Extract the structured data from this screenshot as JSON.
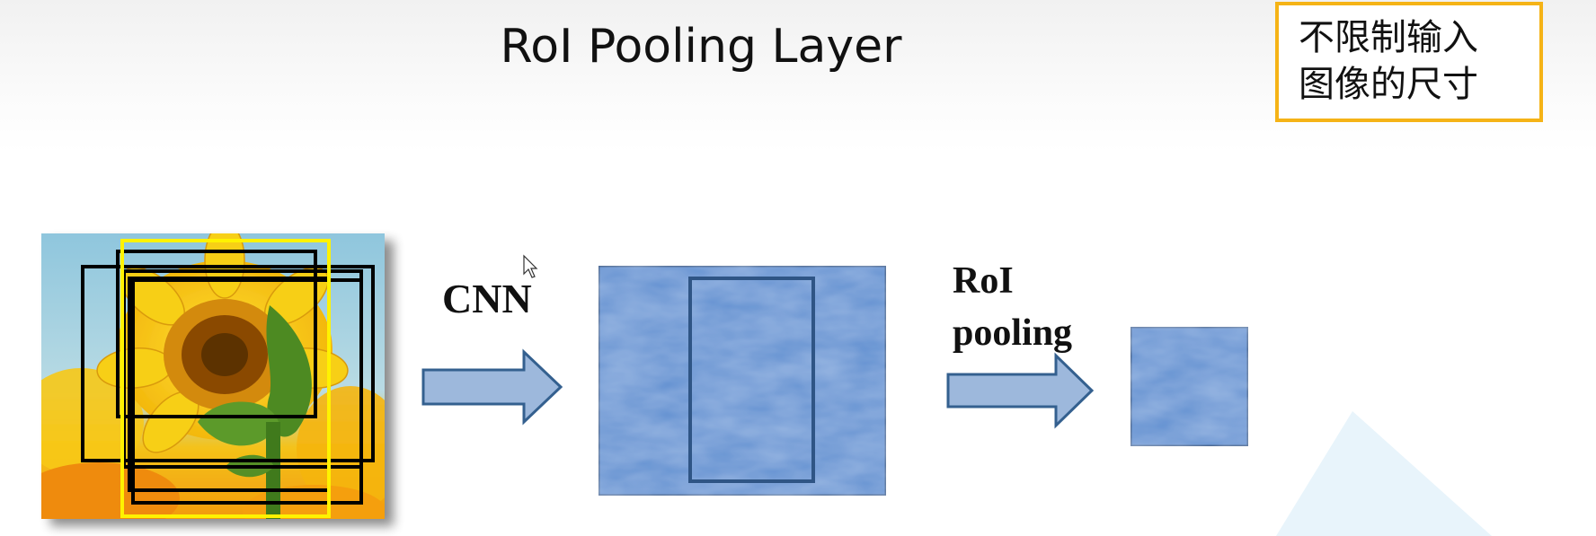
{
  "slide": {
    "title": "RoI Pooling Layer"
  },
  "note": {
    "lines": [
      "不限制输入",
      "图像的尺寸"
    ],
    "border_color": "#f5b316"
  },
  "pipeline": {
    "cnn_label": "CNN",
    "roi_label_lines": [
      "RoI",
      "pooling"
    ],
    "arrow_fill": "#9db8dc",
    "arrow_stroke": "#34608f",
    "feature_map_fill": "#5e8fd0",
    "feature_map_stroke": "#2f5585",
    "proposal_box_colors": [
      "#000000",
      "#fff200"
    ],
    "input_image": "sunflower-photo",
    "cursor_icon": "mouse-pointer-icon"
  }
}
